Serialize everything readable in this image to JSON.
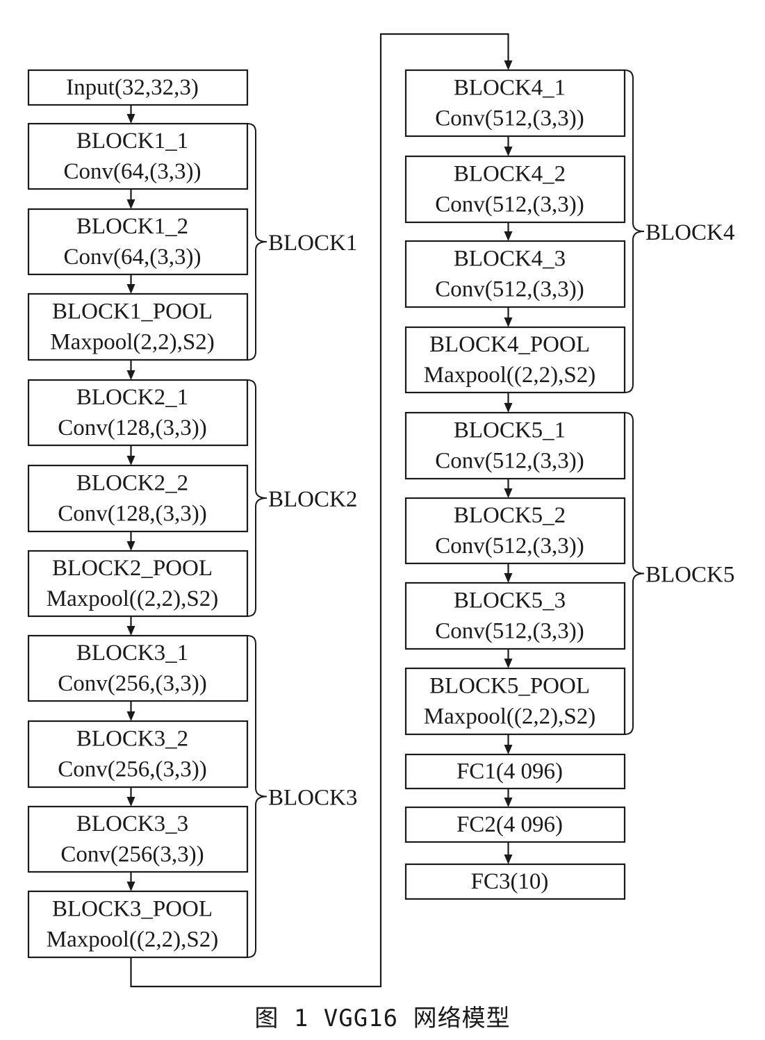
{
  "layers": [
    {
      "id": "input",
      "lines": [
        "Input(32,32,3)"
      ]
    },
    {
      "id": "block1_1",
      "lines": [
        "BLOCK1_1",
        "Conv(64,(3,3))"
      ]
    },
    {
      "id": "block1_2",
      "lines": [
        "BLOCK1_2",
        "Conv(64,(3,3))"
      ]
    },
    {
      "id": "block1_pool",
      "lines": [
        "BLOCK1_POOL",
        "Maxpool(2,2),S2)"
      ]
    },
    {
      "id": "block2_1",
      "lines": [
        "BLOCK2_1",
        "Conv(128,(3,3))"
      ]
    },
    {
      "id": "block2_2",
      "lines": [
        "BLOCK2_2",
        "Conv(128,(3,3))"
      ]
    },
    {
      "id": "block2_pool",
      "lines": [
        "BLOCK2_POOL",
        "Maxpool((2,2),S2)"
      ]
    },
    {
      "id": "block3_1",
      "lines": [
        "BLOCK3_1",
        "Conv(256,(3,3))"
      ]
    },
    {
      "id": "block3_2",
      "lines": [
        "BLOCK3_2",
        "Conv(256,(3,3))"
      ]
    },
    {
      "id": "block3_3",
      "lines": [
        "BLOCK3_3",
        "Conv(256(3,3))"
      ]
    },
    {
      "id": "block3_pool",
      "lines": [
        "BLOCK3_POOL",
        "Maxpool((2,2),S2)"
      ]
    },
    {
      "id": "block4_1",
      "lines": [
        "BLOCK4_1",
        "Conv(512,(3,3))"
      ]
    },
    {
      "id": "block4_2",
      "lines": [
        "BLOCK4_2",
        "Conv(512,(3,3))"
      ]
    },
    {
      "id": "block4_3",
      "lines": [
        "BLOCK4_3",
        "Conv(512,(3,3))"
      ]
    },
    {
      "id": "block4_pool",
      "lines": [
        "BLOCK4_POOL",
        "Maxpool((2,2),S2)"
      ]
    },
    {
      "id": "block5_1",
      "lines": [
        "BLOCK5_1",
        "Conv(512,(3,3))"
      ]
    },
    {
      "id": "block5_2",
      "lines": [
        "BLOCK5_2",
        "Conv(512,(3,3))"
      ]
    },
    {
      "id": "block5_3",
      "lines": [
        "BLOCK5_3",
        "Conv(512,(3,3))"
      ]
    },
    {
      "id": "block5_pool",
      "lines": [
        "BLOCK5_POOL",
        "Maxpool((2,2),S2)"
      ]
    },
    {
      "id": "fc1",
      "lines": [
        "FC1(4 096)"
      ]
    },
    {
      "id": "fc2",
      "lines": [
        "FC2(4 096)"
      ]
    },
    {
      "id": "fc3",
      "lines": [
        "FC3(10)"
      ]
    }
  ],
  "groups": [
    {
      "id": "block1",
      "label": "BLOCK1",
      "from": "block1_1",
      "to": "block1_pool"
    },
    {
      "id": "block2",
      "label": "BLOCK2",
      "from": "block2_1",
      "to": "block2_pool"
    },
    {
      "id": "block3",
      "label": "BLOCK3",
      "from": "block3_1",
      "to": "block3_pool"
    },
    {
      "id": "block4",
      "label": "BLOCK4",
      "from": "block4_1",
      "to": "block4_pool"
    },
    {
      "id": "block5",
      "label": "BLOCK5",
      "from": "block5_1",
      "to": "block5_pool"
    }
  ],
  "edges": [
    [
      "input",
      "block1_1"
    ],
    [
      "block1_1",
      "block1_2"
    ],
    [
      "block1_2",
      "block1_pool"
    ],
    [
      "block1_pool",
      "block2_1"
    ],
    [
      "block2_1",
      "block2_2"
    ],
    [
      "block2_2",
      "block2_pool"
    ],
    [
      "block2_pool",
      "block3_1"
    ],
    [
      "block3_1",
      "block3_2"
    ],
    [
      "block3_2",
      "block3_3"
    ],
    [
      "block3_3",
      "block3_pool"
    ],
    [
      "block3_pool",
      "block4_1"
    ],
    [
      "block4_1",
      "block4_2"
    ],
    [
      "block4_2",
      "block4_3"
    ],
    [
      "block4_3",
      "block4_pool"
    ],
    [
      "block4_pool",
      "block5_1"
    ],
    [
      "block5_1",
      "block5_2"
    ],
    [
      "block5_2",
      "block5_3"
    ],
    [
      "block5_3",
      "block5_pool"
    ],
    [
      "block5_pool",
      "fc1"
    ],
    [
      "fc1",
      "fc2"
    ],
    [
      "fc2",
      "fc3"
    ]
  ],
  "caption": "图 1   VGG16 网络模型",
  "colors": {
    "stroke": "#1a1a1a",
    "fill": "#ffffff"
  }
}
